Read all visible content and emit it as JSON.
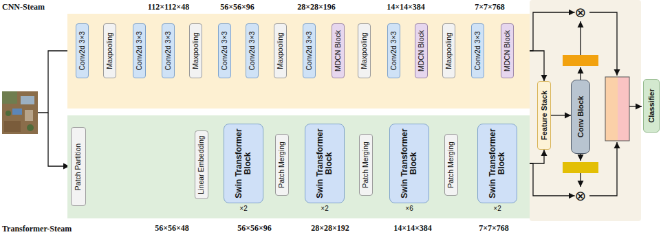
{
  "diagram": {
    "nodes": [
      {
        "text": [
          "CNN-Steam"
        ]
      },
      {
        "text": [
          "Conv2d 3×3"
        ],
        "in": 0
      },
      {
        "text": [
          "Maxpooling"
        ],
        "in": 0
      },
      {
        "text": [
          "Conv2d 3×3"
        ],
        "in": 0
      },
      {
        "text": [
          "Conv2d 3×3"
        ],
        "in": 0
      },
      {
        "text": [
          "Maxpooling"
        ],
        "in": 0
      },
      {
        "text": [
          "Conv2d 3×3"
        ],
        "in": 0
      },
      {
        "text": [
          "Conv2d 3×3"
        ],
        "in": 0
      },
      {
        "text": [
          "Maxpooling"
        ],
        "in": 0
      },
      {
        "text": [
          "Conv2d 3×3"
        ],
        "in": 0
      },
      {
        "text": [
          "MDCN Block"
        ],
        "in": 0
      },
      {
        "text": [
          "Maxpooling"
        ],
        "in": 0
      },
      {
        "text": [
          "Conv2d 3×3"
        ],
        "in": 0
      },
      {
        "text": [
          "MDCN Block"
        ],
        "in": 0
      },
      {
        "text": [
          "Maxpooling"
        ],
        "in": 0
      },
      {
        "text": [
          "Conv2d 3×3"
        ],
        "in": 0
      },
      {
        "text": [
          "MDCN Block"
        ],
        "in": 0
      },
      {
        "text": [
          "Transformer-Steam"
        ]
      },
      {
        "text": [
          "Patch Partition"
        ],
        "in": 17
      },
      {
        "text": [
          "Linear Embedding"
        ],
        "in": 17
      },
      {
        "text": [
          "Swin Transformer Block"
        ],
        "in": 17
      },
      {
        "text": [
          "Patch Merging"
        ],
        "in": 17
      },
      {
        "text": [
          "Swin Transformer Block"
        ],
        "in": 17
      },
      {
        "text": [
          "Patch Merging"
        ],
        "in": 17
      },
      {
        "text": [
          "Swin Transformer Block"
        ],
        "in": 17
      },
      {
        "text": [
          "Patch Merging"
        ],
        "in": 17
      },
      {
        "text": [
          "Swin Transformer Block"
        ],
        "in": 17
      },
      {
        "text": [
          "Feature Stack"
        ]
      },
      {
        "text": [
          "Conv Block"
        ]
      },
      {
        "text": [
          "⊗"
        ]
      },
      {
        "text": [
          "⊗"
        ]
      },
      {
        "text": [
          "Classifier"
        ]
      }
    ],
    "edges": [
      {
        "from": 1,
        "to": 2,
        "arrow": "to"
      },
      {
        "from": 2,
        "to": 3,
        "arrow": "to"
      },
      {
        "from": 3,
        "to": 4,
        "arrow": "to"
      },
      {
        "from": 4,
        "to": 5,
        "arrow": "to"
      },
      {
        "from": 5,
        "to": 6,
        "arrow": "to"
      },
      {
        "from": 6,
        "to": 7,
        "arrow": "to"
      },
      {
        "from": 7,
        "to": 8,
        "arrow": "to"
      },
      {
        "from": 8,
        "to": 9,
        "arrow": "to"
      },
      {
        "from": 9,
        "to": 10,
        "arrow": "to"
      },
      {
        "from": 10,
        "to": 11,
        "arrow": "to"
      },
      {
        "from": 11,
        "to": 12,
        "arrow": "to"
      },
      {
        "from": 12,
        "to": 13,
        "arrow": "to"
      },
      {
        "from": 13,
        "to": 14,
        "arrow": "to"
      },
      {
        "from": 14,
        "to": 15,
        "arrow": "to"
      },
      {
        "from": 15,
        "to": 16,
        "arrow": "to"
      },
      {
        "from": 18,
        "to": 19,
        "arrow": "to"
      },
      {
        "from": 19,
        "to": 20,
        "arrow": "to"
      },
      {
        "from": 20,
        "to": 21,
        "arrow": "to"
      },
      {
        "from": 21,
        "to": 22,
        "arrow": "to"
      },
      {
        "from": 22,
        "to": 23,
        "arrow": "to"
      },
      {
        "from": 23,
        "to": 24,
        "arrow": "to"
      },
      {
        "from": 24,
        "to": 25,
        "arrow": "to"
      },
      {
        "from": 25,
        "to": 26,
        "arrow": "to"
      },
      {
        "from": 16,
        "to": 27,
        "arrow": "to"
      },
      {
        "from": 16,
        "to": 29,
        "arrow": "to"
      },
      {
        "from": 26,
        "to": 27,
        "arrow": "to"
      },
      {
        "from": 26,
        "to": 30,
        "arrow": "to"
      },
      {
        "from": 27,
        "to": 28,
        "arrow": "to"
      }
    ],
    "labels": [
      "112×112×48",
      "56×56×96",
      "28×28×196",
      "14×14×384",
      "7×7×768",
      "×2",
      "×2",
      "×6",
      "×2",
      "56×56×48",
      "56×56×96",
      "28×28×192",
      "14×14×384",
      "7×7×768"
    ]
  }
}
